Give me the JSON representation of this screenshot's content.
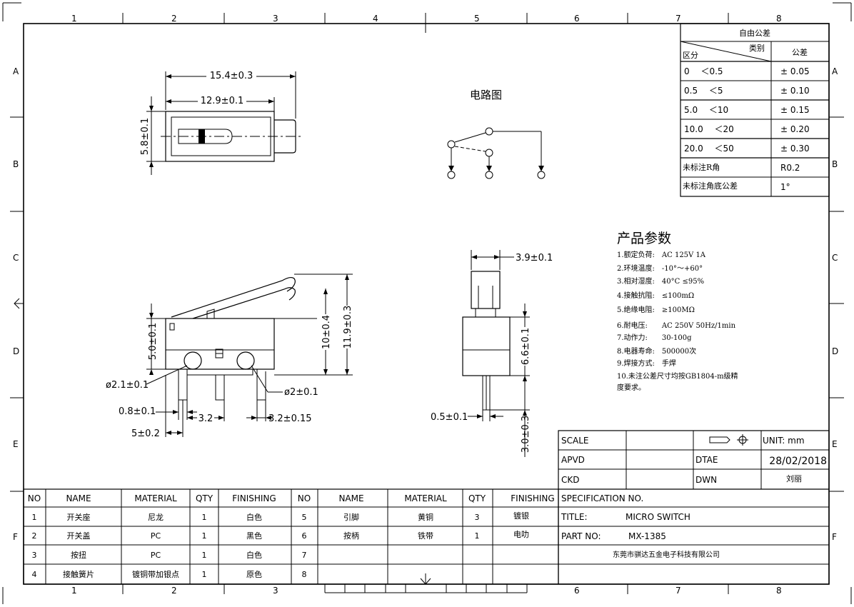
{
  "border": {
    "cols_top": [
      "1",
      "2",
      "3",
      "4",
      "5",
      "6",
      "7",
      "8"
    ],
    "cols_bottom": [
      "1",
      "2",
      "3",
      "6",
      "7",
      "8"
    ],
    "rows": [
      "A",
      "B",
      "C",
      "D",
      "E",
      "F"
    ]
  },
  "tolerance": {
    "title": "自由公差",
    "cat_label": "类别",
    "zone_label": "区分",
    "col_tol": "公差",
    "rows": [
      {
        "range": "0 　＜0.5",
        "tol": "± 0.05"
      },
      {
        "range": "0.5 　＜5",
        "tol": "± 0.10"
      },
      {
        "range": "5.0 　＜10",
        "tol": "± 0.15"
      },
      {
        "range": "10.0 　＜20",
        "tol": "± 0.20"
      },
      {
        "range": "20.0 　＜50",
        "tol": "± 0.30"
      }
    ],
    "r_label": "未标注R角",
    "r_value": "R0.2",
    "angle_label": "未标注角底公差",
    "angle_value": "1°"
  },
  "circuit_title": "电路图",
  "params": {
    "title": "产品参数",
    "lines": [
      "1.额定负荷:　AC 125V 1A",
      "2.环境温度:　-10°～+60°",
      "3.相对湿度:　40°C ≤95%",
      "4.接触抗阻:　≤100mΩ",
      "5.绝缘电阻:　≥100MΩ",
      "6.耐电压:　　AC 250V 50Hz/1min",
      "7.动作力:　　30-100g",
      "8.电器寿命:　500000次",
      "9.焊接方式:　手焊",
      "10.未注公差尺寸均按GB1804-m级精",
      "度要求。"
    ]
  },
  "dims": {
    "top_w1": "15.4±0.3",
    "top_w2": "12.9±0.1",
    "top_h": "5.8±0.1",
    "front_h": "5.0±0.1",
    "front_h2": "10±0.4",
    "front_h3": "11.9±0.3",
    "hole1": "ø2.1±0.1",
    "hole2": "ø2±0.1",
    "pin_w": "0.8±0.1",
    "pitch1": "3.2",
    "pitch2": "3.2±0.15",
    "edge": "5±0.2",
    "side_w": "3.9±0.1",
    "side_h": "6.6±0.1",
    "side_pin": "0.5±0.1",
    "side_pin_h": "3.0±0.3"
  },
  "title_block": {
    "scale_label": "SCALE",
    "unit": "UNIT: mm",
    "apvd_label": "APVD",
    "dtae_label": "DTAE",
    "date": "28/02/2018",
    "ckd_label": "CKD",
    "dwn_label": "DWN",
    "drawer": "刘丽",
    "spec_label": "SPECIFICATION NO.",
    "title_label": "TITLE:",
    "title_value": "MICRO SWITCH",
    "part_label": "PART NO:",
    "part_value": "MX-1385",
    "company": "东莞市骐达五金电子科技有限公司"
  },
  "bom": {
    "headers": [
      "NO",
      "NAME",
      "MATERIAL",
      "QTY",
      "FINISHING",
      "NO",
      "NAME",
      "MATERIAL",
      "QTY",
      "FINISHING"
    ],
    "rows": [
      [
        "1",
        "开关座",
        "尼龙",
        "1",
        "白色",
        "5",
        "引脚",
        "黄铜",
        "3",
        "镀银"
      ],
      [
        "2",
        "开关盖",
        "PC",
        "1",
        "黑色",
        "6",
        "按柄",
        "铁带",
        "1",
        "电叻"
      ],
      [
        "3",
        "按扭",
        "PC",
        "1",
        "白色",
        "7",
        "",
        "",
        "",
        ""
      ],
      [
        "4",
        "接触簧片",
        "镀铜带加银点",
        "1",
        "原色",
        "8",
        "",
        "",
        "",
        ""
      ]
    ]
  }
}
